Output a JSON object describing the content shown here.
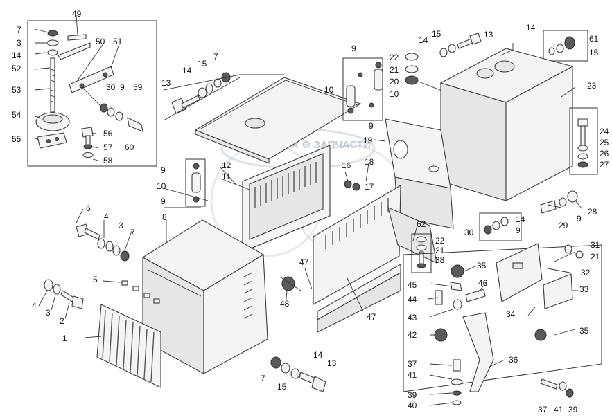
{
  "watermark": "ТЕХНИКА ⚙ ЗАПЧАСТИ",
  "callouts": {
    "c49": "49",
    "c7a": "7",
    "c3a": "3",
    "c14a": "14",
    "c52": "52",
    "c50": "50",
    "c51": "51",
    "c53": "53",
    "c30a": "30",
    "c9a": "9",
    "c59": "59",
    "c54": "54",
    "c56": "56",
    "c57": "57",
    "c60": "60",
    "c55": "55",
    "c58": "58",
    "c13a": "13",
    "c14b": "14",
    "c15a": "15",
    "c7b": "7",
    "c9b": "9",
    "c10a": "10",
    "c10b": "10",
    "c9c": "9",
    "c22a": "22",
    "c21a": "21",
    "c20": "20",
    "c14c": "14",
    "c15b": "15",
    "c13b": "13",
    "c14d": "14",
    "c61": "61",
    "c15c": "15",
    "c23": "23",
    "c19": "19",
    "c12": "12",
    "c11": "11",
    "c16": "16",
    "c18": "18",
    "c17": "17",
    "c24": "24",
    "c25": "25",
    "c26": "26",
    "c27": "27",
    "c9d": "9",
    "c10c": "10",
    "c9e": "9",
    "c6": "6",
    "c8": "8",
    "c4a": "4",
    "c3b": "3",
    "c7c": "7",
    "c28": "28",
    "c29": "29",
    "c9f": "9",
    "c30b": "30",
    "c14e": "14",
    "c9g": "9",
    "c62": "62",
    "c22b": "22",
    "c21b": "21",
    "c38": "38",
    "c31": "31",
    "c21c": "21",
    "c32": "32",
    "c33": "33",
    "c5": "5",
    "c4b": "4",
    "c3c": "3",
    "c2": "2",
    "c1": "1",
    "c47a": "47",
    "c48": "48",
    "c47b": "47",
    "c35a": "35",
    "c45": "45",
    "c46": "46",
    "c44": "44",
    "c43": "43",
    "c42": "42",
    "c34": "34",
    "c35b": "35",
    "c14f": "14",
    "c13c": "13",
    "c7d": "7",
    "c15d": "15",
    "c37a": "37",
    "c36": "36",
    "c41a": "41",
    "c39a": "39",
    "c40": "40",
    "c37b": "37",
    "c41b": "41",
    "c39b": "39"
  }
}
